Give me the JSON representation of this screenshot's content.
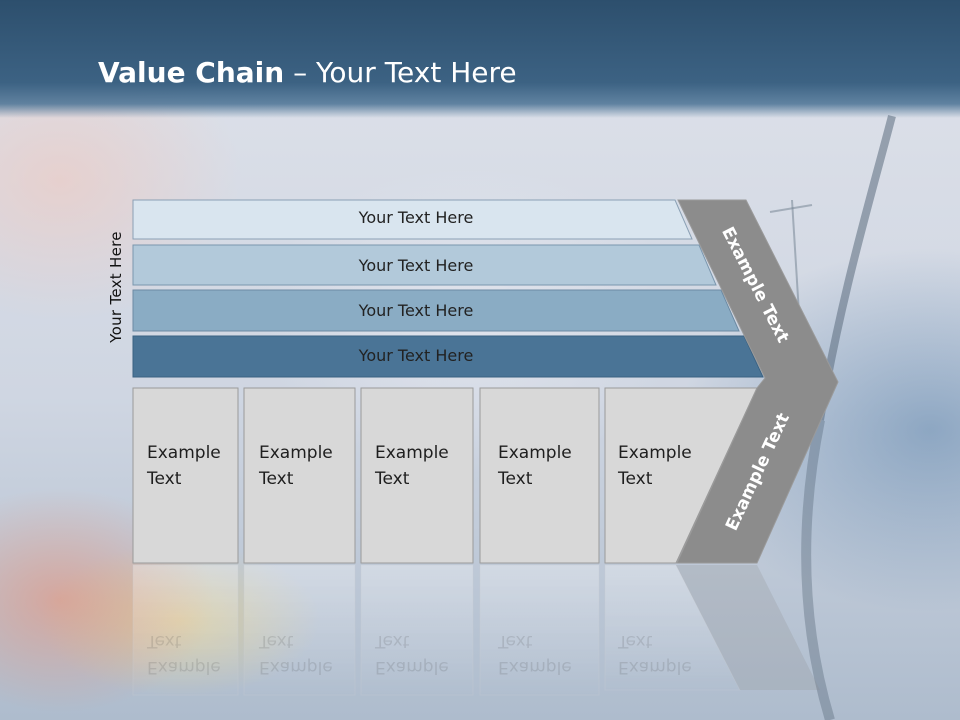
{
  "title": {
    "bold": "Value Chain",
    "rest": " – Your Text Here"
  },
  "side_label": "Your Text Here",
  "bars": [
    {
      "label": "Your Text Here",
      "color": "#d9e5ef"
    },
    {
      "label": "Your Text Here",
      "color": "#b2c9da"
    },
    {
      "label": "Your Text Here",
      "color": "#8aacc4"
    },
    {
      "label": "Your Text Here",
      "color": "#4a7496"
    }
  ],
  "columns": [
    {
      "line1": "Example",
      "line2": "Text"
    },
    {
      "line1": "Example",
      "line2": "Text"
    },
    {
      "line1": "Example",
      "line2": "Text"
    },
    {
      "line1": "Example",
      "line2": "Text"
    },
    {
      "line1": "Example",
      "line2": "Text"
    }
  ],
  "arrow": {
    "upper": "Example Text",
    "lower": "Example Text",
    "color": "#8c8c8c"
  },
  "colors": {
    "header": "#2f5272",
    "box": "#d8d8d8"
  }
}
